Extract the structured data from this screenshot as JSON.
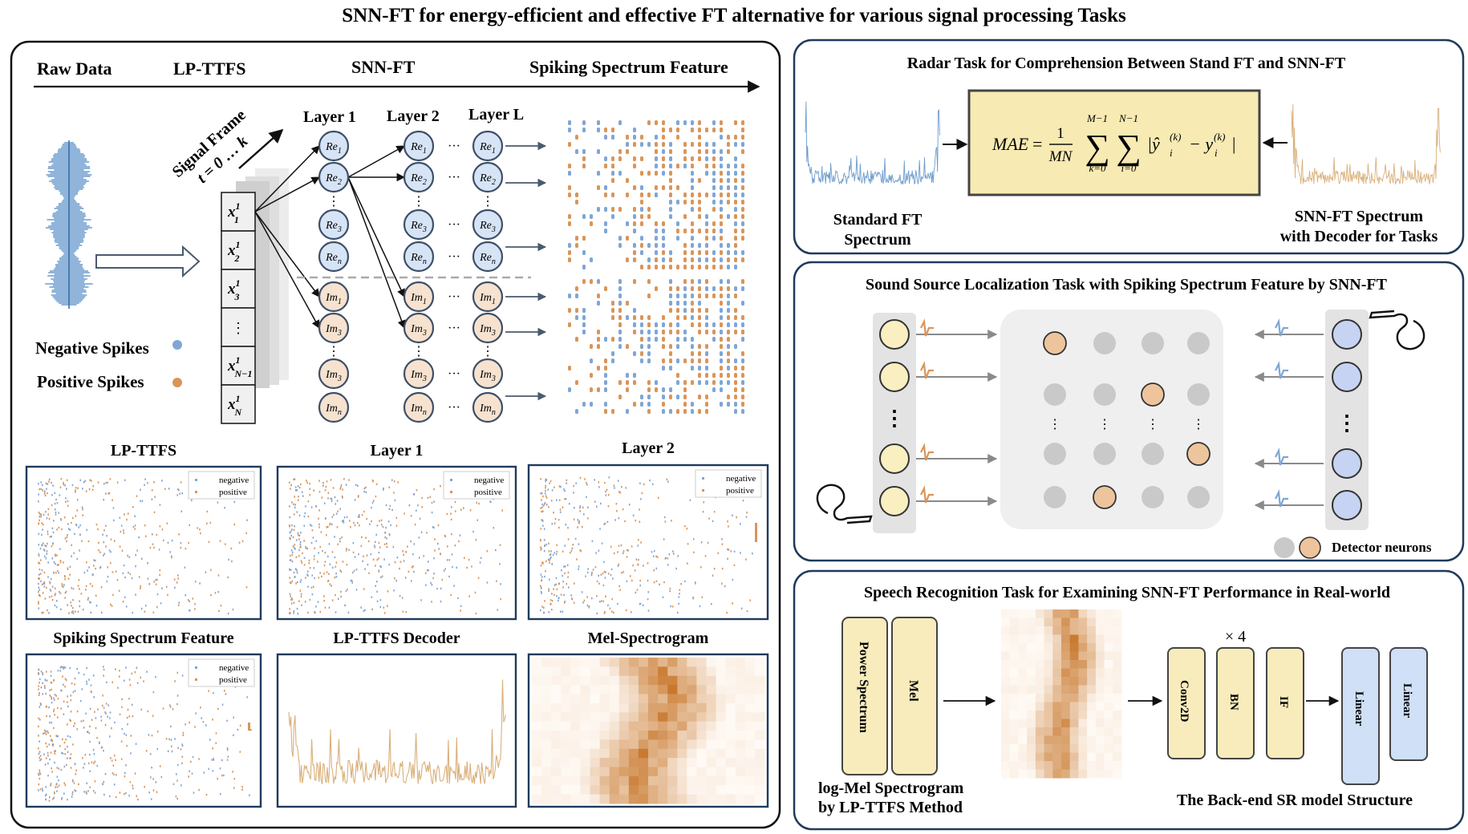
{
  "title": "SNN-FT for energy-efficient and effective FT  alternative for various signal processing Tasks",
  "left": {
    "headers": [
      "Raw Data",
      "LP-TTFS",
      "SNN-FT",
      "Spiking Spectrum Feature"
    ],
    "signal_frame": "Signal Frame",
    "t_range": "t = 0  …  k",
    "inputs": [
      "x",
      "x",
      "x",
      "⋮",
      "x",
      "x"
    ],
    "input_subscripts": [
      "1",
      "2",
      "3",
      "",
      "N−1",
      "N"
    ],
    "input_superscript": "1",
    "layer_labels": [
      "Layer 1",
      "Layer 2",
      "Layer L"
    ],
    "re_sub": [
      "1",
      "2",
      "3",
      "n"
    ],
    "im_sub": [
      "1",
      "3",
      "3",
      "n"
    ],
    "re_prefix": "Re",
    "im_prefix": "Im",
    "dots_h": "···",
    "dots_v": "⋮",
    "negative_label": "Negative Spikes",
    "positive_label": "Positive Spikes",
    "neg_color": "#7fa6d6",
    "pos_color": "#d9955a",
    "panels": [
      {
        "title": "LP-TTFS",
        "kind": "raster"
      },
      {
        "title": "Layer 1",
        "kind": "raster"
      },
      {
        "title": "Layer 2",
        "kind": "raster"
      },
      {
        "title": "Spiking Spectrum Feature",
        "kind": "raster"
      },
      {
        "title": "LP-TTFS Decoder",
        "kind": "spectrum"
      },
      {
        "title": "Mel-Spectrogram",
        "kind": "heatmap"
      }
    ],
    "legend_negative": "negative",
    "legend_positive": "positive"
  },
  "radar": {
    "title": "Radar Task for Comprehension Between Stand FT and SNN-FT",
    "left_caption": [
      "Standard FT",
      "Spectrum"
    ],
    "right_caption": [
      "SNN-FT  Spectrum",
      "with Decoder for Tasks"
    ],
    "formula": {
      "lhs": "MAE",
      "eq": "=",
      "frac_num": "1",
      "frac_den": "MN",
      "sum1_top": "M−1",
      "sum1_bot": "k=0",
      "sum2_top": "N−1",
      "sum2_bot": "i=0",
      "body": "|ŷ",
      "sub": "i",
      "sup": "(k)",
      "minus": "− y",
      "close": "|"
    }
  },
  "sound": {
    "title": "Sound Source Localization Task  with Spiking Spectrum Feature by SNN-FT",
    "detector_label": "Detector neurons",
    "dots_v": "⋮",
    "grid_dots": "⋮"
  },
  "speech": {
    "title": "Speech Recognition Task for Examining SNN-FT Performance in  Real-world",
    "box1": "Power  Spectrum",
    "box2": "Mel",
    "caption_left": [
      "log-Mel Spectrogram",
      "by LP-TTFS Method"
    ],
    "times": "× 4",
    "conv": "Conv2D",
    "bn": "BN",
    "if": "IF",
    "linear1": "Linear",
    "linear2": "Linear",
    "caption_right": "The Back-end  SR model Structure"
  }
}
